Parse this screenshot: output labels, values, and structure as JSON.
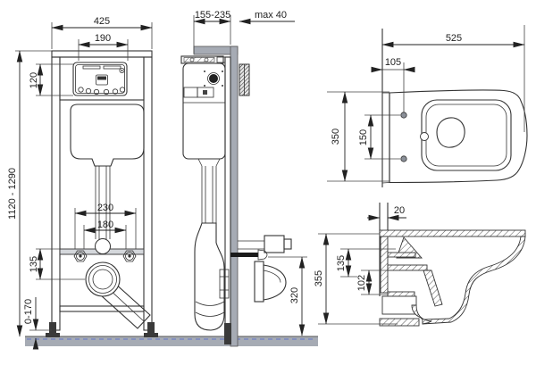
{
  "colors": {
    "line": "#333333",
    "dim_line": "#222222",
    "text": "#1f1f1f",
    "wall_gray": "#a6abb4",
    "rail_gray": "#d4d7db",
    "floor_dash_blue": "#7080c4",
    "hatch": "#555555",
    "background": "#ffffff"
  },
  "views": {
    "frame_front": {
      "dims": {
        "overall_width": "425",
        "plate_width": "190",
        "plate_height": "120",
        "height_range": "1120 - 1290",
        "fixing_outer": "230",
        "fixing_inner": "180",
        "outlet_drop": "135",
        "foot_adjust": "0-170"
      }
    },
    "frame_side": {
      "dims": {
        "depth_range": "155-235",
        "wall_max": "max 40",
        "outlet_height": "320"
      }
    },
    "pan_top": {
      "dims": {
        "length": "525",
        "hole_offset": "105",
        "width": "350",
        "hole_spacing": "150"
      }
    },
    "pan_side": {
      "dims": {
        "back_offset": "20",
        "height": "355",
        "inlet_height": "135",
        "outlet_height": "102"
      }
    }
  }
}
